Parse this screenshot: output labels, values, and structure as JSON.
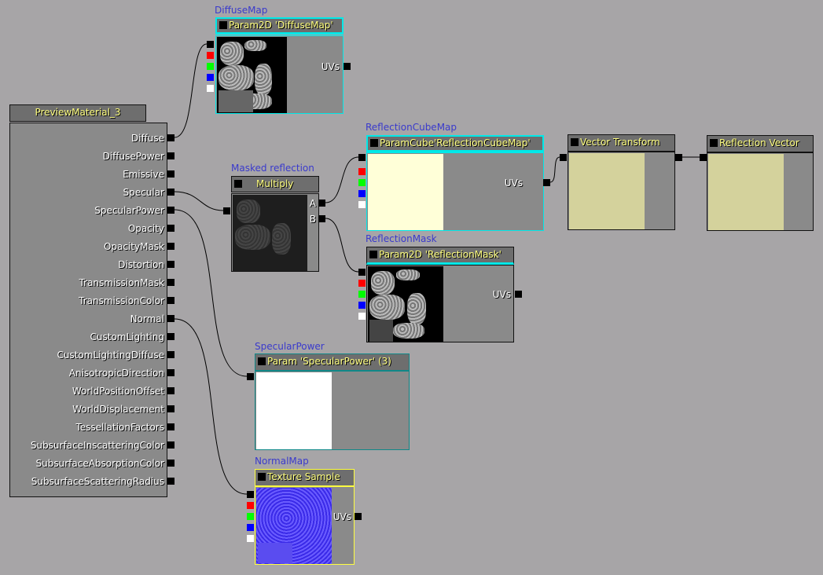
{
  "material_node": {
    "title": "PreviewMaterial_3",
    "inputs": [
      "Diffuse",
      "DiffusePower",
      "Emissive",
      "Specular",
      "SpecularPower",
      "Opacity",
      "OpacityMask",
      "Distortion",
      "TransmissionMask",
      "TransmissionColor",
      "Normal",
      "CustomLighting",
      "CustomLightingDiffuse",
      "AnisotropicDirection",
      "WorldPositionOffset",
      "WorldDisplacement",
      "TessellationFactors",
      "SubsurfaceInscatteringColor",
      "SubsurfaceAbsorptionColor",
      "SubsurfaceScatteringRadius"
    ]
  },
  "nodes": {
    "diffuse_map": {
      "caption": "DiffuseMap",
      "title": "Param2D 'DiffuseMap'",
      "output": "UVs"
    },
    "multiply": {
      "caption": "Masked reflection",
      "title": "Multiply",
      "out_a": "A",
      "out_b": "B"
    },
    "reflection_cube": {
      "caption": "ReflectionCubeMap",
      "title": "ParamCube'ReflectionCubeMap'",
      "output": "UVs"
    },
    "vector_transform": {
      "title": "Vector Transform"
    },
    "reflection_vector": {
      "title": "Reflection Vector"
    },
    "reflection_mask": {
      "caption": "ReflectionMask",
      "title": "Param2D 'ReflectionMask'",
      "output": "UVs"
    },
    "specular_power": {
      "caption": "SpecularPower",
      "title": "Param 'SpecularPower' (3)"
    },
    "normal_map": {
      "caption": "NormalMap",
      "title": "Texture Sample",
      "output": "UVs"
    }
  },
  "colors": {
    "cube_preview": "#ffffd8",
    "vector_preview": "#d4d29c",
    "selected_border": "#00e8e8",
    "normal_border": "#ffff40"
  }
}
